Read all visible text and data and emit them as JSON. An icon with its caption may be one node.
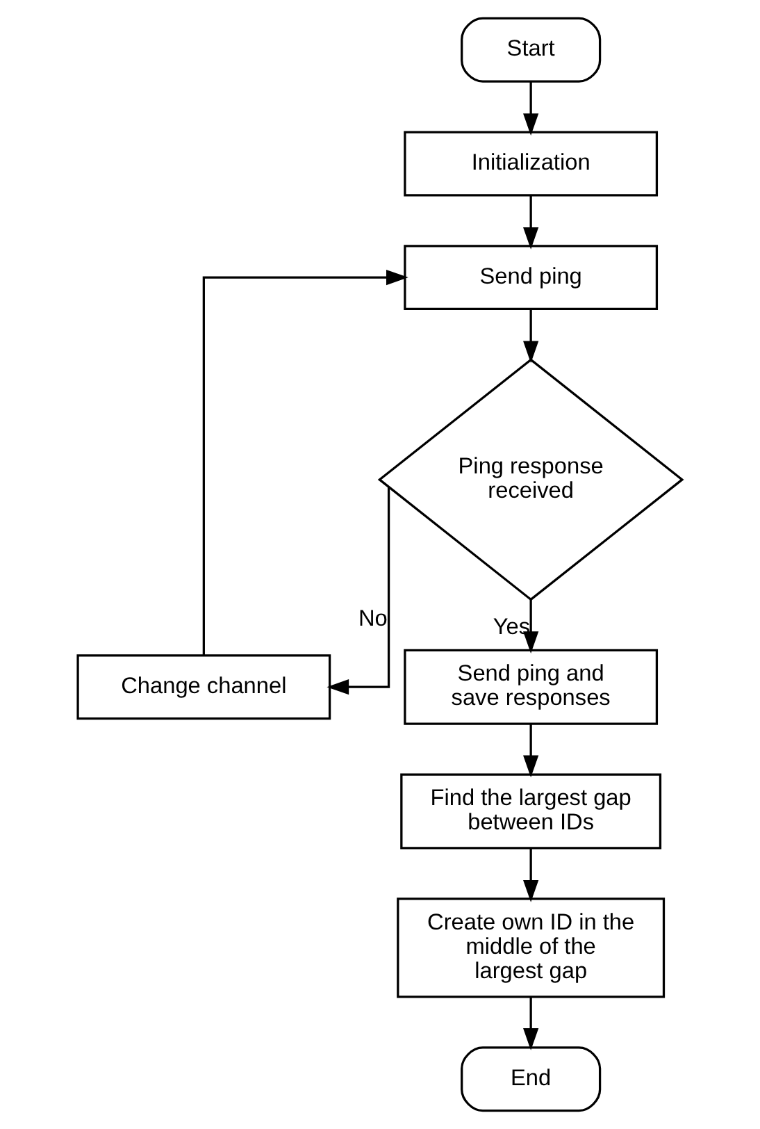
{
  "diagram": {
    "nodes": [
      {
        "text": [
          "Start"
        ]
      },
      {
        "text": [
          "Initialization"
        ]
      },
      {
        "text": [
          "Send ping"
        ]
      },
      {
        "text": [
          "Change channel"
        ]
      },
      {
        "text": [
          "Ping response received"
        ]
      },
      {
        "text": [
          "Send ping and save responses"
        ]
      },
      {
        "text": [
          "Find the largest gap between IDs"
        ]
      },
      {
        "text": [
          "Create own ID in the middle of the largest gap"
        ]
      },
      {
        "text": [
          "End"
        ]
      }
    ],
    "edges": [
      {
        "from": 0,
        "to": 1,
        "arrow": "to"
      },
      {
        "from": 1,
        "to": 2,
        "arrow": "to"
      },
      {
        "from": 2,
        "to": 4,
        "arrow": "to"
      },
      {
        "from": 4,
        "to": 3,
        "label": "No",
        "arrow": "to"
      },
      {
        "from": 3,
        "to": 2,
        "arrow": "to"
      },
      {
        "from": 4,
        "to": 5,
        "label": "Yes",
        "arrow": "to"
      },
      {
        "from": 5,
        "to": 6,
        "arrow": "to"
      },
      {
        "from": 6,
        "to": 7,
        "arrow": "to"
      },
      {
        "from": 7,
        "to": 8,
        "arrow": "to"
      }
    ]
  }
}
